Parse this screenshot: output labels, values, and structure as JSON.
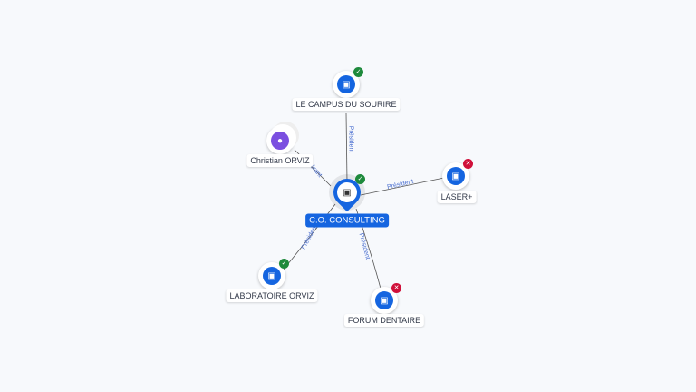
{
  "center": {
    "name": "C.O. CONSULTING",
    "status": "active",
    "icon": "building-icon"
  },
  "nodes": [
    {
      "name": "LE CAMPUS DU SOURIRE",
      "status": "active",
      "edge": "Président"
    },
    {
      "name": "Christian ORVIZ",
      "type": "person",
      "edge": "Gérant"
    },
    {
      "name": "LASER+",
      "status": "inactive",
      "edge": "Président"
    },
    {
      "name": "LABORATOIRE ORVIZ",
      "status": "active",
      "edge": "Président"
    },
    {
      "name": "FORUM DENTAIRE",
      "status": "inactive",
      "edge": "Président"
    }
  ],
  "colors": {
    "active": "#1e8a3c",
    "inactive": "#d0103a",
    "company": "#1565e0",
    "person": "#7b4fe0"
  }
}
